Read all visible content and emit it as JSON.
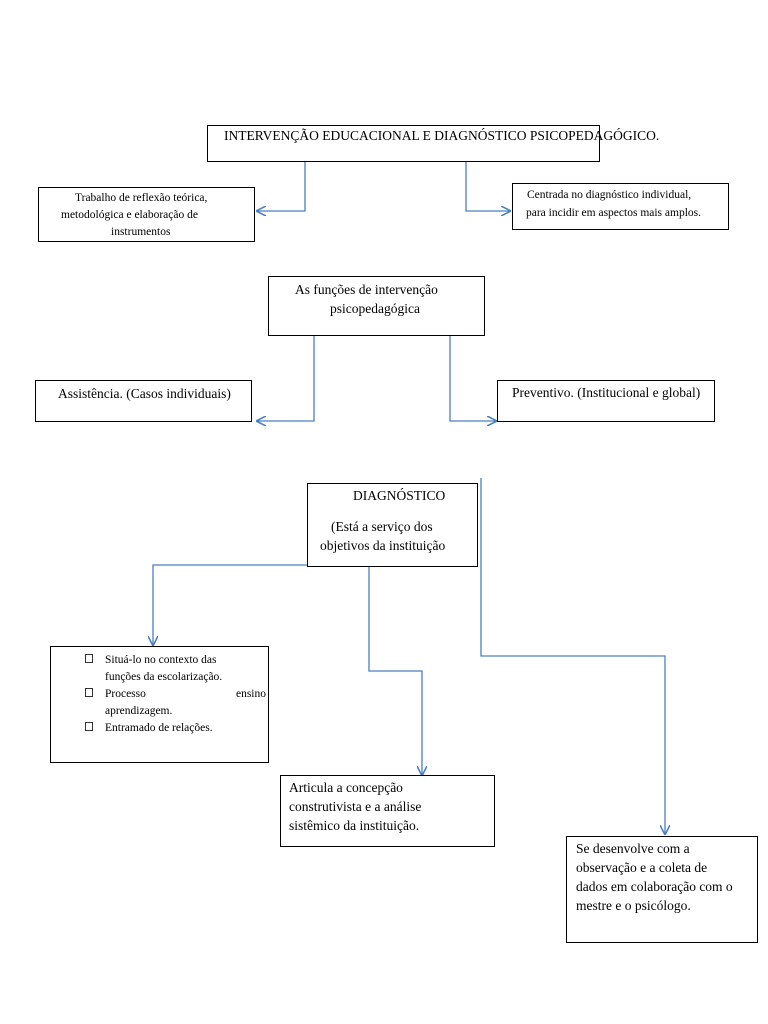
{
  "line_color": "#4a7fc1",
  "border_color": "#000000",
  "bullet_icon": "missing-glyph-icon",
  "boxes": {
    "top_title": "INTERVENÇÃO EDUCACIONAL E DIAGNÓSTICO PSICOPEDAGÓGICO.",
    "reflexao": {
      "line1": "Trabalho de reflexão teórica,",
      "line2": "metodológica e elaboração de",
      "line3": "instrumentos"
    },
    "centrada": {
      "line1": "Centrada no diagnóstico individual,",
      "line2": "para incidir em aspectos mais amplos."
    },
    "funcoes": {
      "line1": "As funções de intervenção",
      "line2": "psicopedagógica"
    },
    "assistencia": "Assistência. (Casos individuais)",
    "preventivo": "Preventivo. (Institucional e global)",
    "diagnostico": {
      "title": "DIAGNÓSTICO",
      "line1": "(Está a serviço dos",
      "line2": "objetivos da instituição"
    },
    "lista": {
      "item1_line1": "Situá-lo no contexto das",
      "item1_line2": "funções da escolarização.",
      "item2_word1": "Processo",
      "item2_word2": "ensino",
      "item2_line2": "aprendizagem.",
      "item3": "Entramado de relações."
    },
    "articula": {
      "line1": "Articula a concepção",
      "line2": "construtivista e a análise",
      "line3": "sistêmico da instituição."
    },
    "desenvolve": {
      "line1": "Se desenvolve com a",
      "line2": "observação e a coleta de",
      "line3": "dados em colaboração com o",
      "line4": "mestre e o psicólogo."
    }
  }
}
